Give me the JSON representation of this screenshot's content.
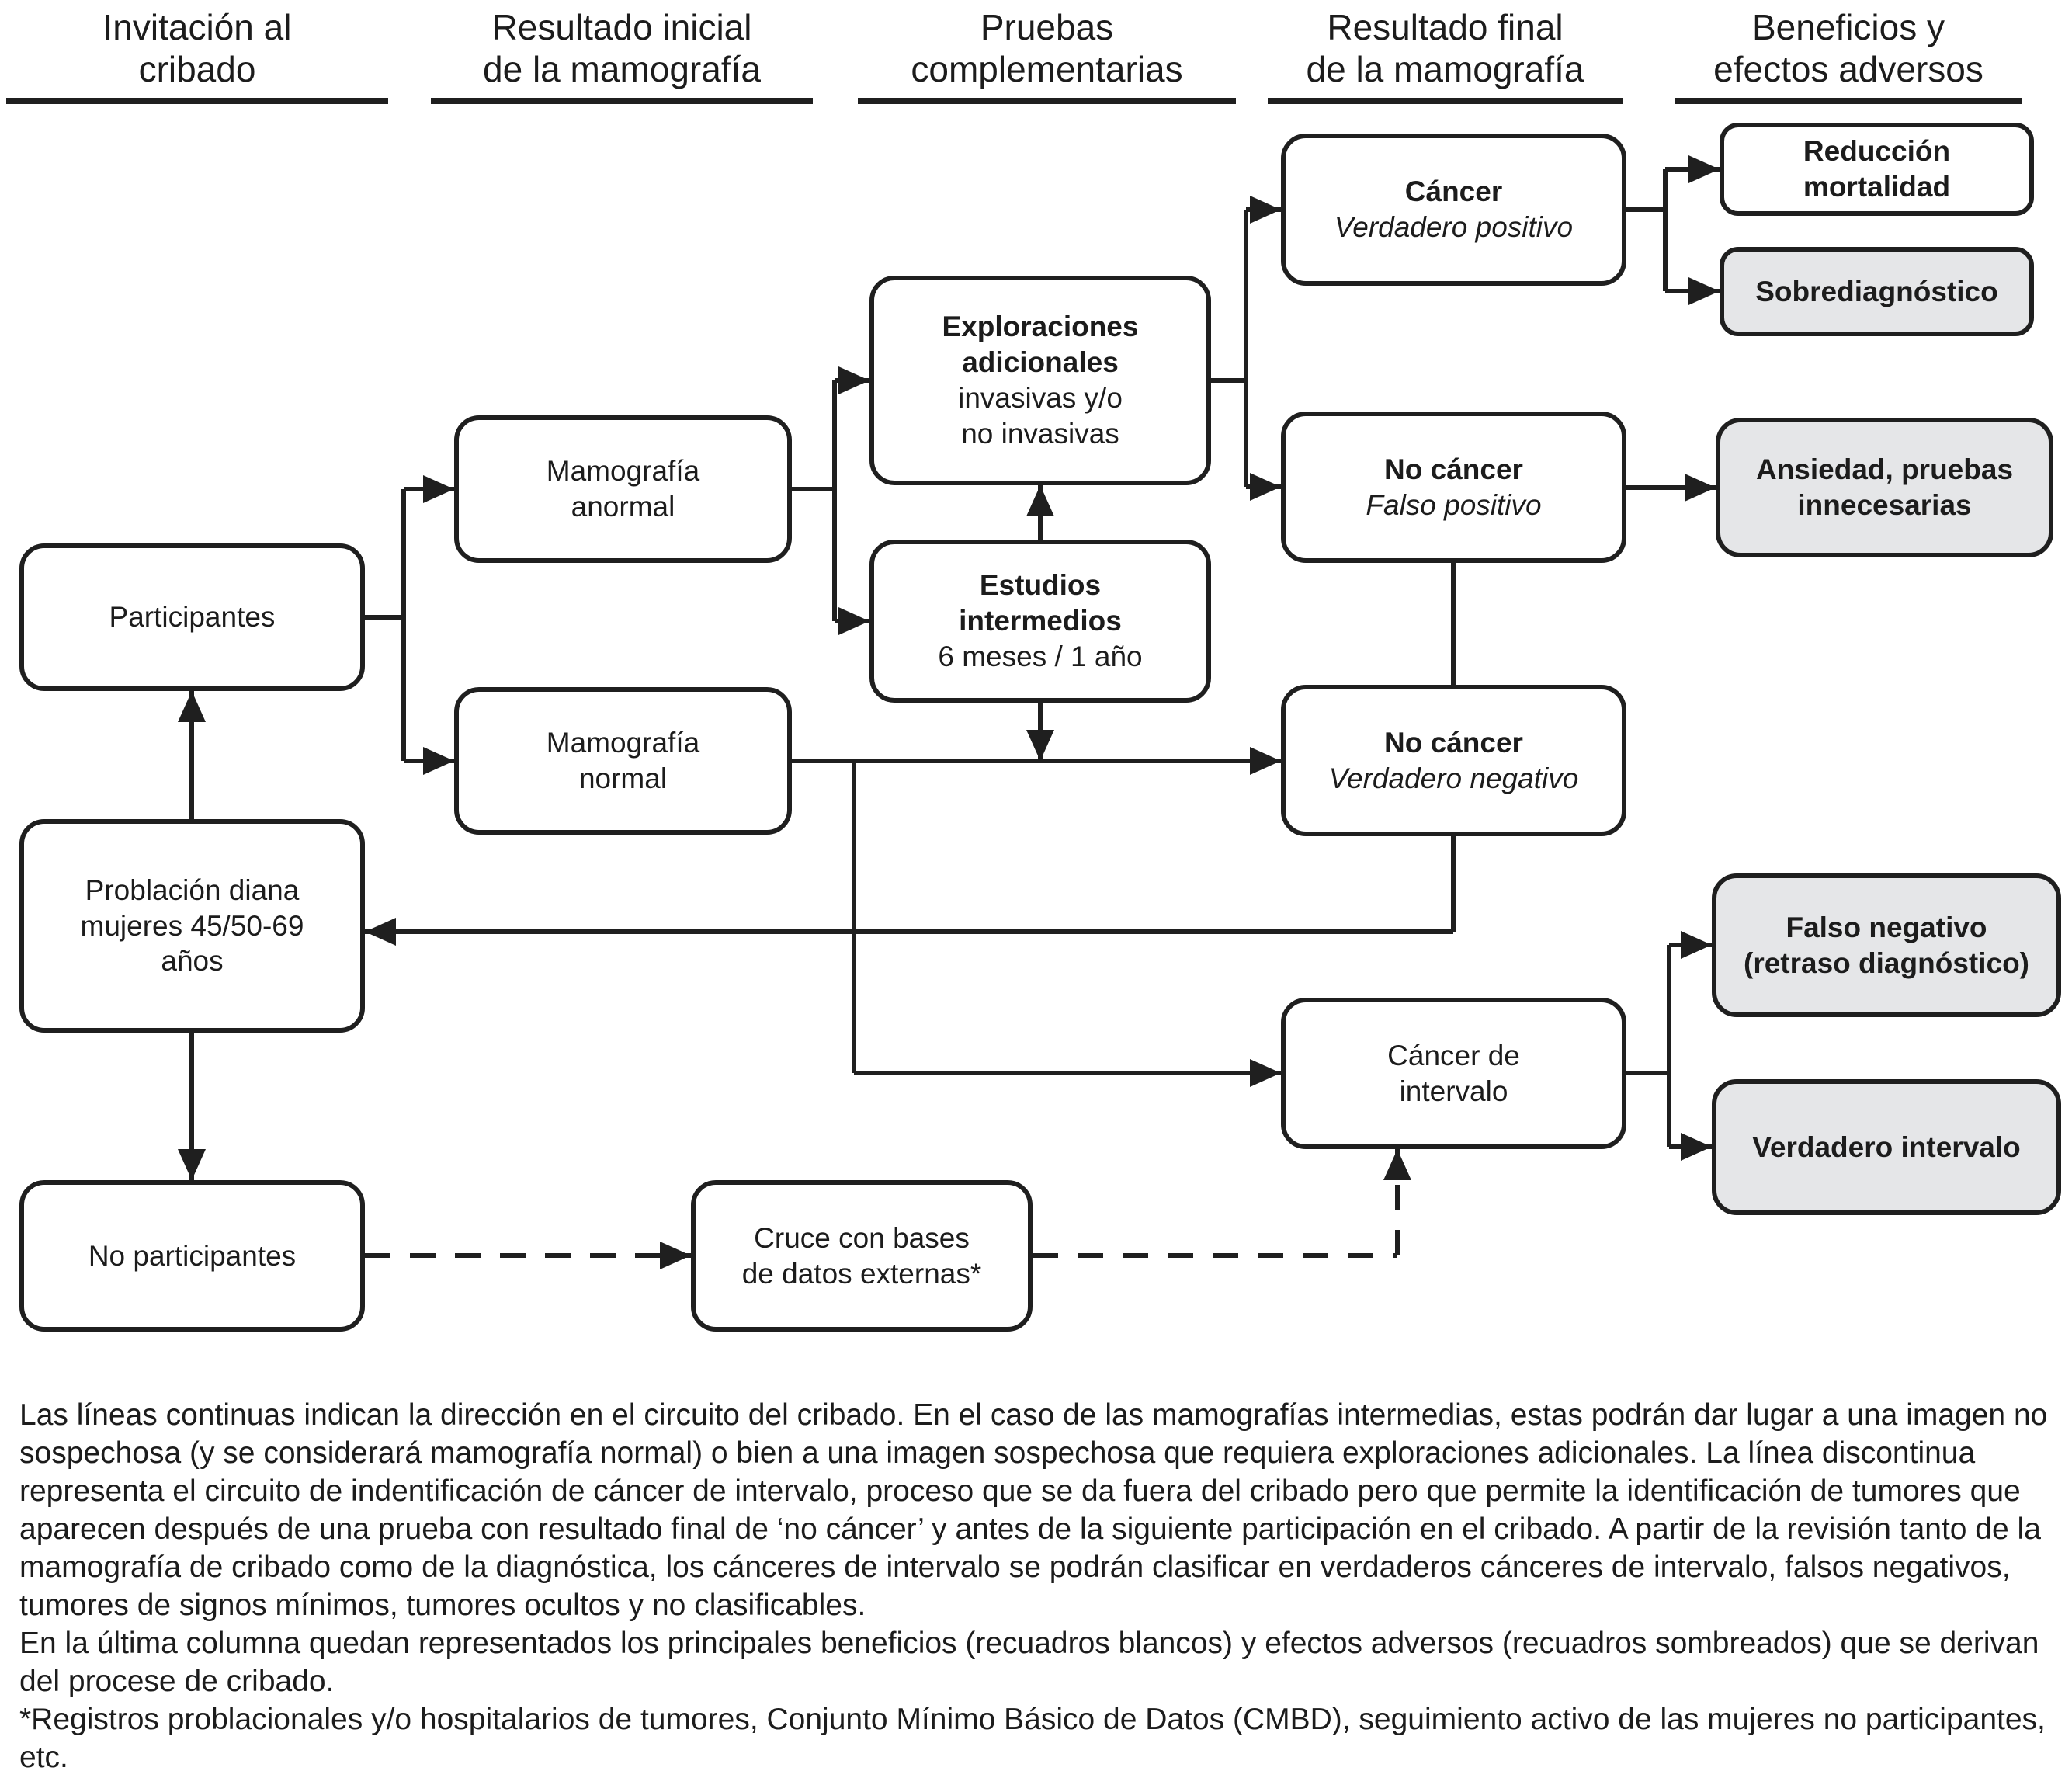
{
  "columns": [
    {
      "line1": "Invitación al",
      "line2": "cribado"
    },
    {
      "line1": "Resultado inicial",
      "line2": "de la mamografía"
    },
    {
      "line1": "Pruebas",
      "line2": "complementarias"
    },
    {
      "line1": "Resultado final",
      "line2": "de la mamografía"
    },
    {
      "line1": "Beneficios y",
      "line2": "efectos adversos"
    }
  ],
  "nodes": {
    "participantes": {
      "l1": "Participantes"
    },
    "poblacion": {
      "l1": "Problación diana",
      "l2": "mujeres 45/50-69",
      "l3": "años"
    },
    "no_participantes": {
      "l1": "No participantes"
    },
    "mamografia_anormal": {
      "l1": "Mamografía",
      "l2": "anormal"
    },
    "mamografia_normal": {
      "l1": "Mamografía",
      "l2": "normal"
    },
    "exploraciones": {
      "l1": "Exploraciones",
      "l2": "adicionales",
      "l3": "invasivas y/o",
      "l4": "no invasivas"
    },
    "estudios": {
      "l1": "Estudios",
      "l2": "intermedios",
      "l3": "6 meses / 1 año"
    },
    "cruce": {
      "l1": "Cruce con bases",
      "l2": "de datos externas*"
    },
    "cancer_vp": {
      "l1": "Cáncer",
      "l2": "Verdadero positivo"
    },
    "no_cancer_fp": {
      "l1": "No cáncer",
      "l2": "Falso positivo"
    },
    "no_cancer_vn": {
      "l1": "No cáncer",
      "l2": "Verdadero negativo"
    },
    "cancer_intervalo": {
      "l1": "Cáncer de",
      "l2": "intervalo"
    },
    "reduccion": {
      "l1": "Reducción",
      "l2": "mortalidad"
    },
    "sobrediagnostico": {
      "l1": "Sobrediagnóstico"
    },
    "ansiedad": {
      "l1": "Ansiedad, pruebas",
      "l2": "innecesarias"
    },
    "falso_negativo": {
      "l1": "Falso negativo",
      "l2": "(retraso diagnóstico)"
    },
    "verdadero_intervalo": {
      "l1": "Verdadero intervalo"
    }
  },
  "caption": {
    "p1": "Las líneas continuas indican la dirección en el circuito del cribado. En el caso de las mamografías intermedias, estas podrán dar lugar a una imagen no sospechosa (y se considerará mamografía normal) o bien a una imagen sospechosa que requiera exploraciones adicionales. La línea discontinua representa el circuito de indentificación de cáncer de intervalo, proceso que se da fuera del cribado pero que permite la identificación de tumores que aparecen después de una prueba con resultado final de ‘no cáncer’ y antes de la siguiente participación en el cribado. A partir de la revisión tanto de la mamografía de cribado como de la diagnóstica, los cánceres de intervalo se podrán clasificar en verdaderos cánceres de intervalo, falsos negativos, tumores de signos mínimos, tumores ocultos y no clasificables.",
    "p2": "En la última columna quedan representados los principales beneficios (recuadros blancos) y efectos adversos (recuadros sombreados) que se derivan del procese de cribado.",
    "p3": "*Registros problacionales y/o hospitalarios de tumores, Conjunto Mínimo Básico de Datos (CMBD), seguimiento activo de las mujeres no participantes, etc."
  },
  "colors": {
    "line": "#1f1f1f",
    "text": "#1c1c1c",
    "shaded_fill": "#e5e6e8",
    "white_fill": "#ffffff"
  }
}
